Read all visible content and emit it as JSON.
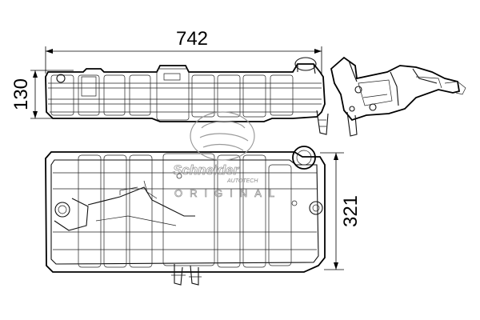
{
  "dimensions": {
    "length": "742",
    "height": "130",
    "width": "321"
  },
  "watermark": {
    "brand": "Schneider",
    "tagline": "AUTOTECH",
    "label": "ORIGINAL"
  }
}
